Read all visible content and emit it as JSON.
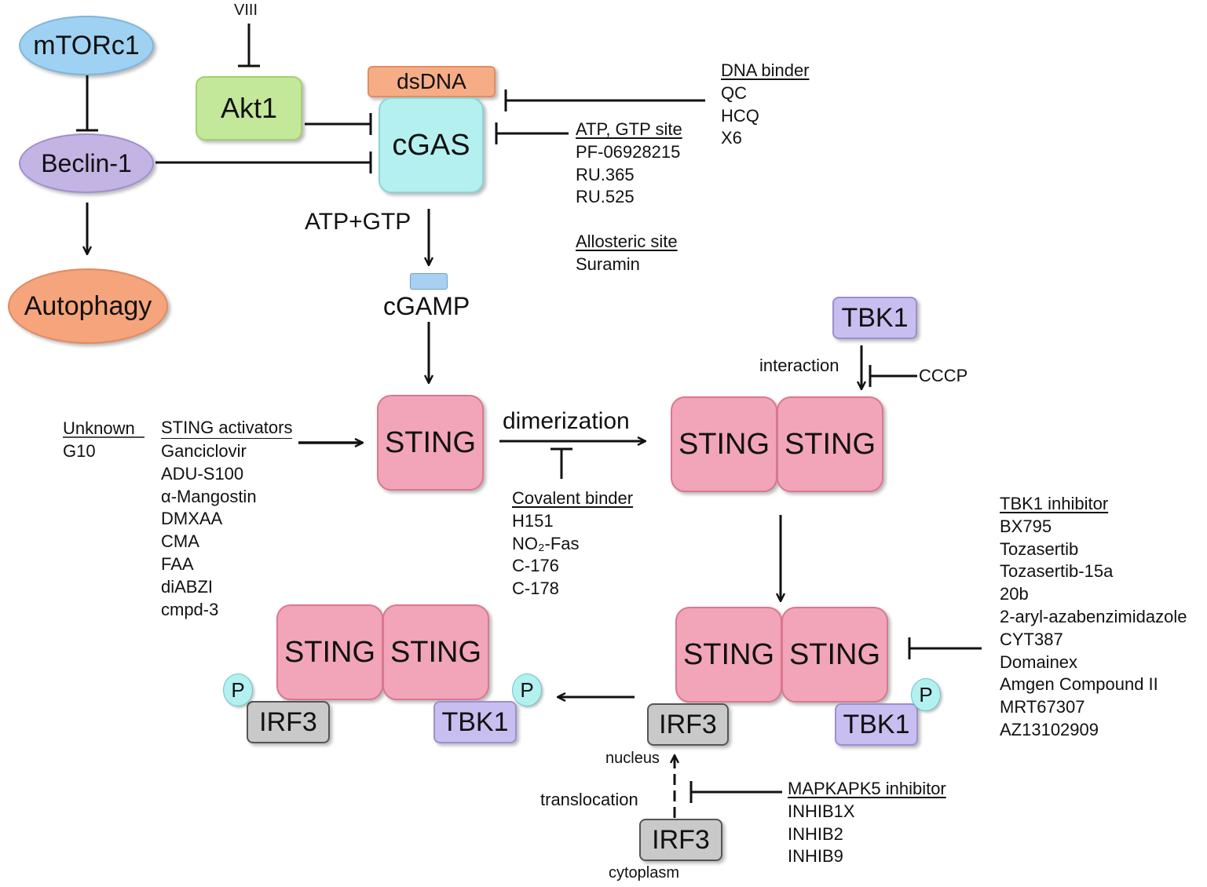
{
  "colors": {
    "mtorc1": "#9fd2f2",
    "beclin": "#c3b4e3",
    "autophagy": "#f5a47c",
    "akt1": "#c4e89a",
    "cgas": "#b5f0f0",
    "dsdna": "#f6ad86",
    "sting": "#f2a5b8",
    "tbk1": "#c9bef0",
    "irf3": "#c9c9c9",
    "phospho": "#b3f0f0",
    "cgamp": "#a9d0f2"
  },
  "nodes": {
    "mtorc1": "mTORc1",
    "beclin1": "Beclin-1",
    "autophagy": "Autophagy",
    "akt1": "Akt1",
    "dsdna": "dsDNA",
    "cgas": "cGAS",
    "sting": "STING",
    "tbk1": "TBK1",
    "irf3": "IRF3",
    "phospho": "P"
  },
  "labels": {
    "viii": "VIII",
    "atp_gtp": "ATP+GTP",
    "cgamp": "cGAMP",
    "dimerization": "dimerization",
    "interaction": "interaction",
    "cccp": "CCCP",
    "nucleus": "nucleus",
    "translocation": "translocation",
    "cytoplasm": "cytoplasm"
  },
  "lists": {
    "dna_binder": {
      "header": "DNA binder",
      "items": [
        "QC",
        "HCQ",
        "X6"
      ]
    },
    "atp_gtp_site": {
      "header": "ATP, GTP site",
      "items": [
        "PF-06928215",
        "RU.365",
        "RU.525"
      ]
    },
    "allosteric_site": {
      "header": "Allosteric site",
      "items": [
        "Suramin"
      ]
    },
    "unknown": {
      "header": "Unknown",
      "items": [
        "G10"
      ]
    },
    "sting_activators": {
      "header": "STING activators",
      "items": [
        "Ganciclovir",
        "ADU-S100",
        "α-Mangostin",
        "DMXAA",
        "CMA",
        "FAA",
        "diABZI",
        "cmpd-3"
      ]
    },
    "covalent_binder": {
      "header": "Covalent binder",
      "items": [
        "H151",
        "NO₂-Fas",
        "C-176",
        "C-178"
      ]
    },
    "tbk1_inhibitor": {
      "header": "TBK1 inhibitor",
      "items": [
        "BX795",
        "Tozasertib",
        "Tozasertib-15a",
        "20b",
        "2-aryl-azabenzimidazole",
        "CYT387",
        "Domainex",
        "Amgen Compound II",
        "MRT67307",
        "AZ13102909"
      ]
    },
    "mapkapk5_inhibitor": {
      "header": "MAPKAPK5 inhibitor",
      "items": [
        "INHIB1X",
        "INHIB2",
        "INHIB9"
      ]
    }
  }
}
